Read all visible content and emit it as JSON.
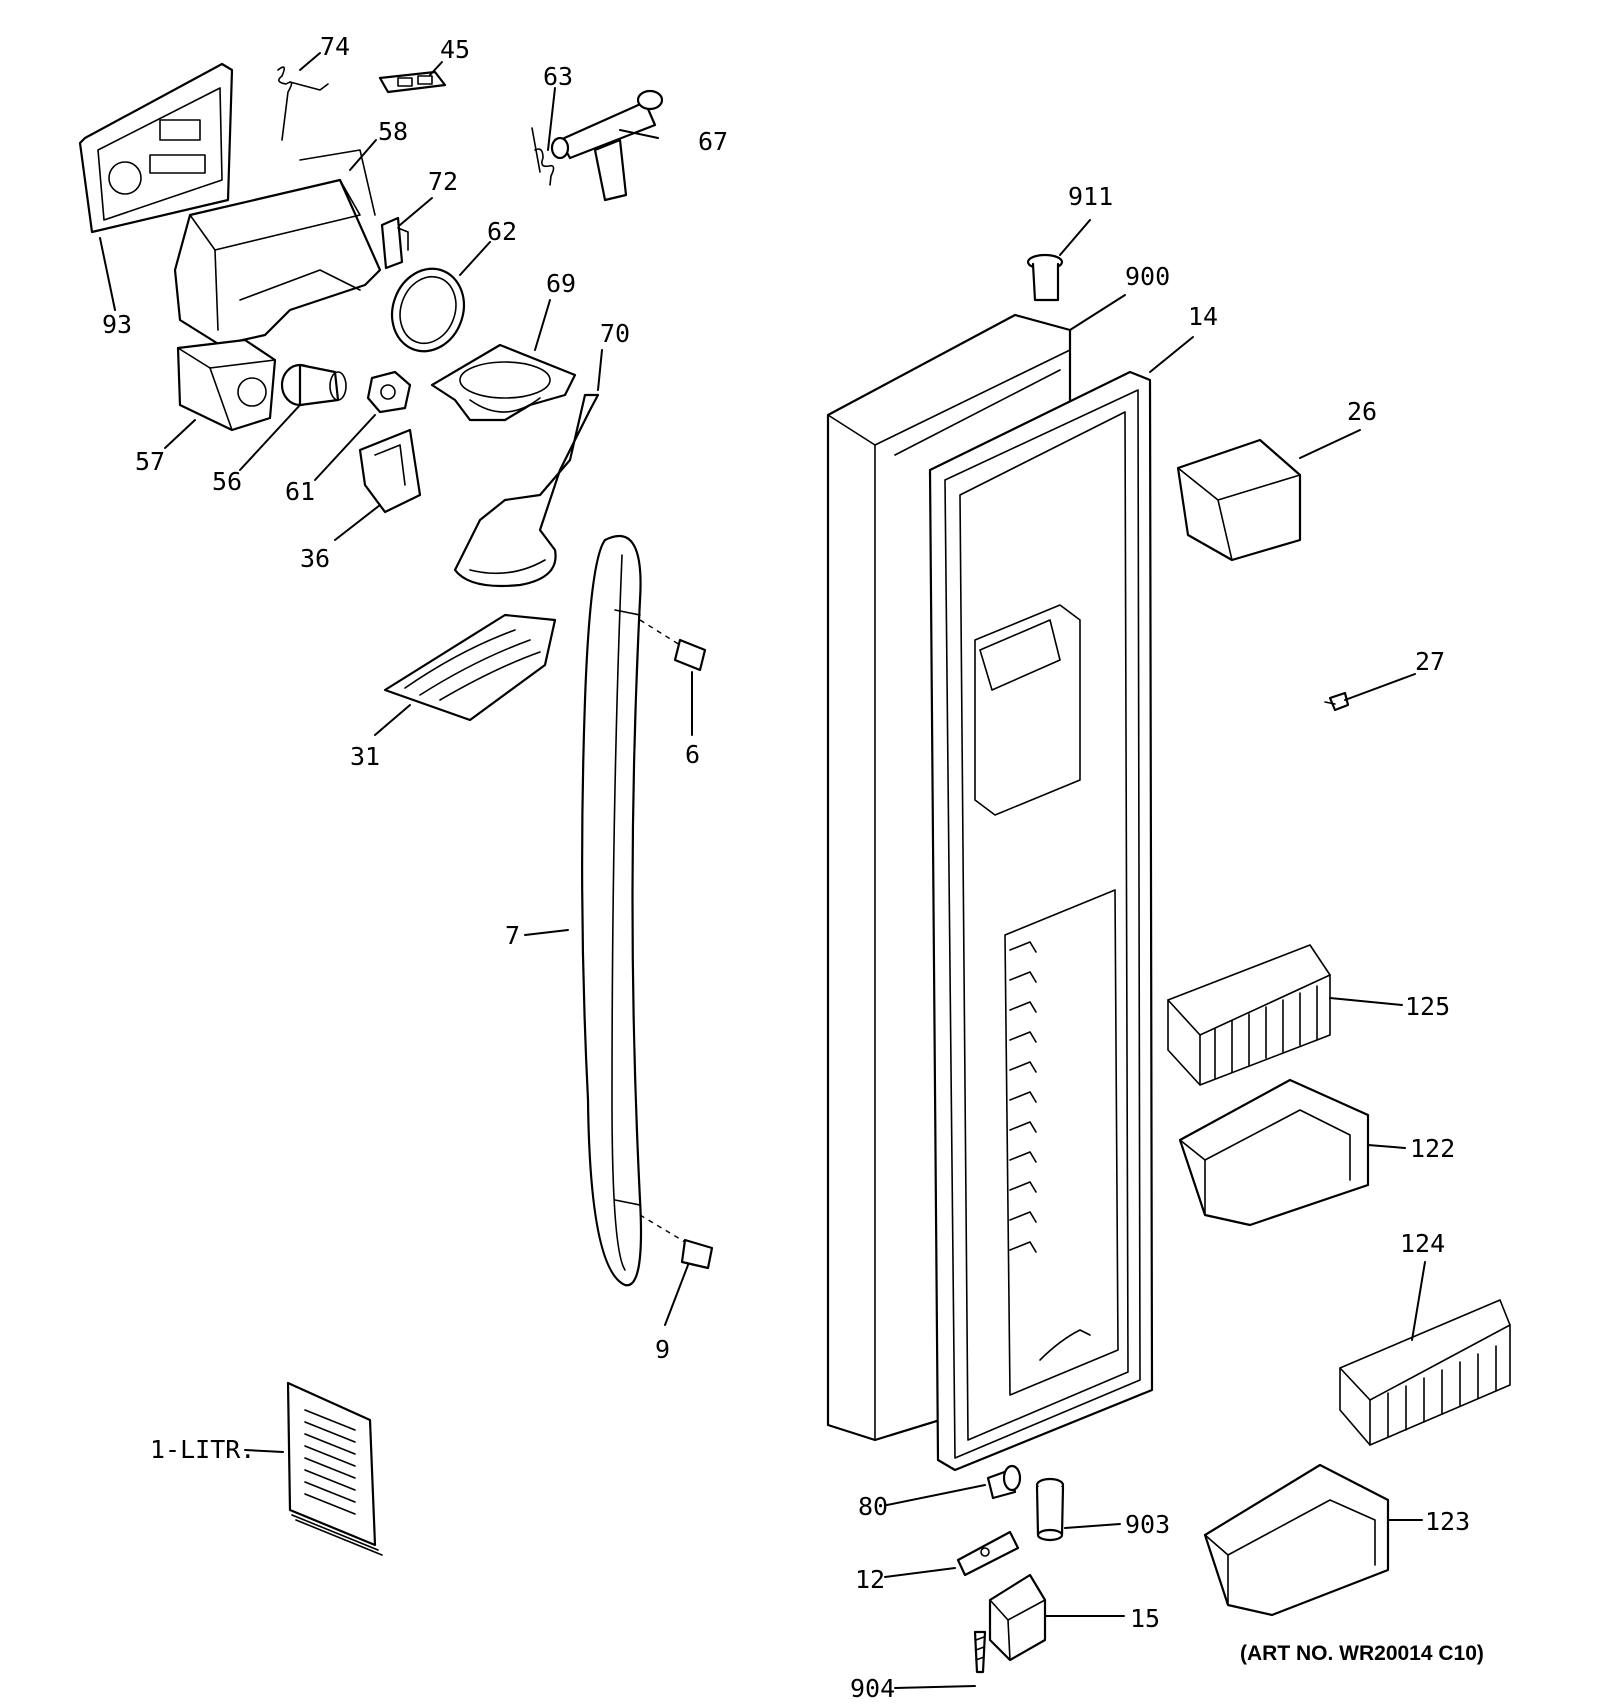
{
  "diagram": {
    "art_number": "(ART NO. WR20014 C10)",
    "parts": {
      "p74": "74",
      "p45": "45",
      "p63": "63",
      "p67": "67",
      "p58": "58",
      "p72": "72",
      "p62": "62",
      "p93": "93",
      "p69": "69",
      "p70": "70",
      "p57": "57",
      "p56": "56",
      "p61": "61",
      "p36": "36",
      "p31": "31",
      "p6": "6",
      "p7": "7",
      "p9": "9",
      "p1litr": "1-LITR.",
      "p911": "911",
      "p900": "900",
      "p14": "14",
      "p26": "26",
      "p27": "27",
      "p125": "125",
      "p122": "122",
      "p124": "124",
      "p123": "123",
      "p80": "80",
      "p903": "903",
      "p12": "12",
      "p15": "15",
      "p904": "904"
    }
  }
}
